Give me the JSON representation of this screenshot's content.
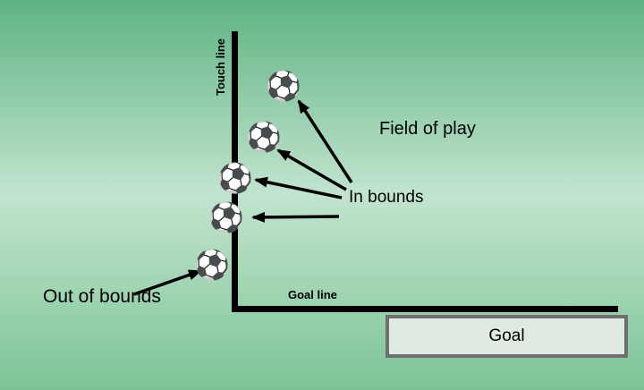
{
  "diagram": {
    "labels": {
      "touch_line": "Touch line",
      "goal_line": "Goal line",
      "field_of_play": "Field of play",
      "in_bounds": "In bounds",
      "out_of_bounds": "Out of bounds",
      "goal": "Goal"
    },
    "icons": {
      "soccer_ball": "⚽"
    },
    "balls": [
      {
        "status": "In bounds"
      },
      {
        "status": "In bounds"
      },
      {
        "status": "In bounds"
      },
      {
        "status": "In bounds"
      },
      {
        "status": "Out of bounds"
      }
    ],
    "colors": {
      "background_top": "#5fb385",
      "background_middle": "#c2e4ce",
      "background_bottom": "#7cc496",
      "boundary_line": "#000000",
      "arrow": "#000000",
      "goal_box_border": "#6e6e6e",
      "goal_box_fill": "#dfeae2",
      "text": "#000000"
    }
  }
}
